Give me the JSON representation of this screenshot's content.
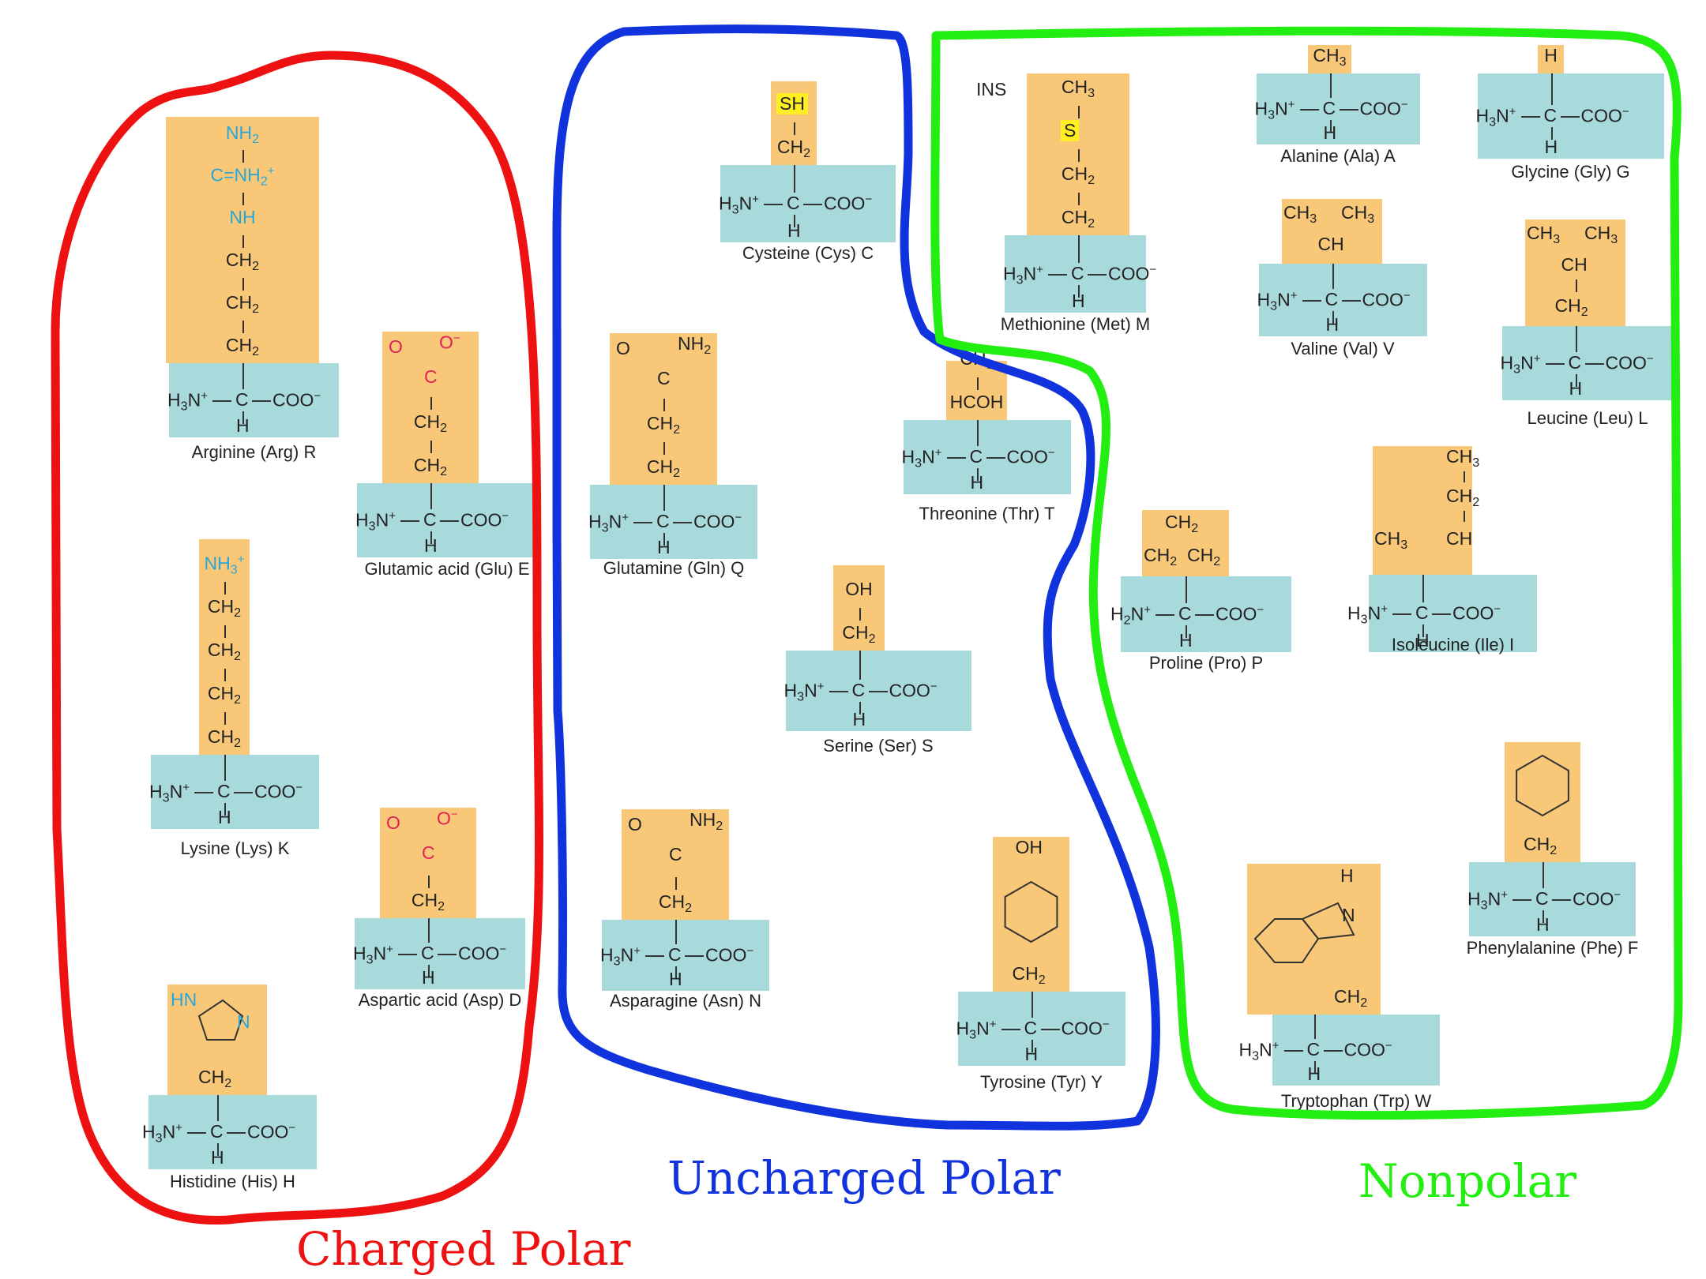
{
  "groups": {
    "charged": {
      "label": "Charged Polar",
      "color": "#ee1111"
    },
    "uncharged": {
      "label": "Uncharged Polar",
      "color": "#1133dd"
    },
    "nonpolar": {
      "label": "Nonpolar",
      "color": "#22ee11"
    }
  },
  "backbone": {
    "n": "H3N+",
    "c": "C",
    "coo": "COO−",
    "h": "H",
    "pro_n": "H2N+"
  },
  "colors": {
    "side_chain": "#f8c878",
    "backbone": "#a8dadc",
    "blue_text": "#2aa6d6",
    "red_text": "#dd2255",
    "highlight": "#ffee22"
  },
  "ins_label": "INS",
  "amino_acids": [
    {
      "id": "arg",
      "caption": "Arginine (Arg) R",
      "side": [
        "NH2",
        "C=NH2+",
        "NH",
        "CH2",
        "CH2",
        "CH2"
      ]
    },
    {
      "id": "glu",
      "caption": "Glutamic acid (Glu) E",
      "side": [
        "O",
        "O−",
        "C",
        "CH2",
        "CH2"
      ]
    },
    {
      "id": "lys",
      "caption": "Lysine (Lys) K",
      "side": [
        "NH3+",
        "CH2",
        "CH2",
        "CH2",
        "CH2"
      ]
    },
    {
      "id": "asp",
      "caption": "Aspartic acid (Asp) D",
      "side": [
        "O",
        "O−",
        "C",
        "CH2"
      ]
    },
    {
      "id": "his",
      "caption": "Histidine (His) H",
      "side": [
        "HN",
        "N",
        "CH2"
      ]
    },
    {
      "id": "cys",
      "caption": "Cysteine (Cys) C",
      "side": [
        "SH",
        "CH2"
      ]
    },
    {
      "id": "gln",
      "caption": "Glutamine (Gln) Q",
      "side": [
        "O",
        "NH2",
        "C",
        "CH2",
        "CH2"
      ]
    },
    {
      "id": "thr",
      "caption": "Threonine (Thr) T",
      "side": [
        "CH3",
        "HCOH"
      ]
    },
    {
      "id": "ser",
      "caption": "Serine (Ser) S",
      "side": [
        "OH",
        "CH2"
      ]
    },
    {
      "id": "asn",
      "caption": "Asparagine (Asn) N",
      "side": [
        "O",
        "NH2",
        "C",
        "CH2"
      ]
    },
    {
      "id": "tyr",
      "caption": "Tyrosine (Tyr) Y",
      "side": [
        "OH",
        "CH2"
      ]
    },
    {
      "id": "met",
      "caption": "Methionine (Met) M",
      "side": [
        "CH3",
        "S",
        "CH2",
        "CH2"
      ]
    },
    {
      "id": "ala",
      "caption": "Alanine (Ala) A",
      "side": [
        "CH3"
      ]
    },
    {
      "id": "gly",
      "caption": "Glycine (Gly) G",
      "side": [
        "H"
      ]
    },
    {
      "id": "val",
      "caption": "Valine (Val) V",
      "side": [
        "CH3",
        "CH3",
        "CH"
      ]
    },
    {
      "id": "leu",
      "caption": "Leucine (Leu) L",
      "side": [
        "CH3",
        "CH3",
        "CH",
        "CH2"
      ]
    },
    {
      "id": "pro",
      "caption": "Proline (Pro) P",
      "side": [
        "CH2",
        "CH2",
        "CH2"
      ]
    },
    {
      "id": "ile",
      "caption": "Isoleucine (Ile) I",
      "side": [
        "CH3",
        "CH2",
        "CH3",
        "CH"
      ]
    },
    {
      "id": "phe",
      "caption": "Phenylalanine (Phe) F",
      "side": [
        "CH2"
      ]
    },
    {
      "id": "trp",
      "caption": "Tryptophan (Trp) W",
      "side": [
        "H",
        "N",
        "CH2"
      ]
    }
  ]
}
